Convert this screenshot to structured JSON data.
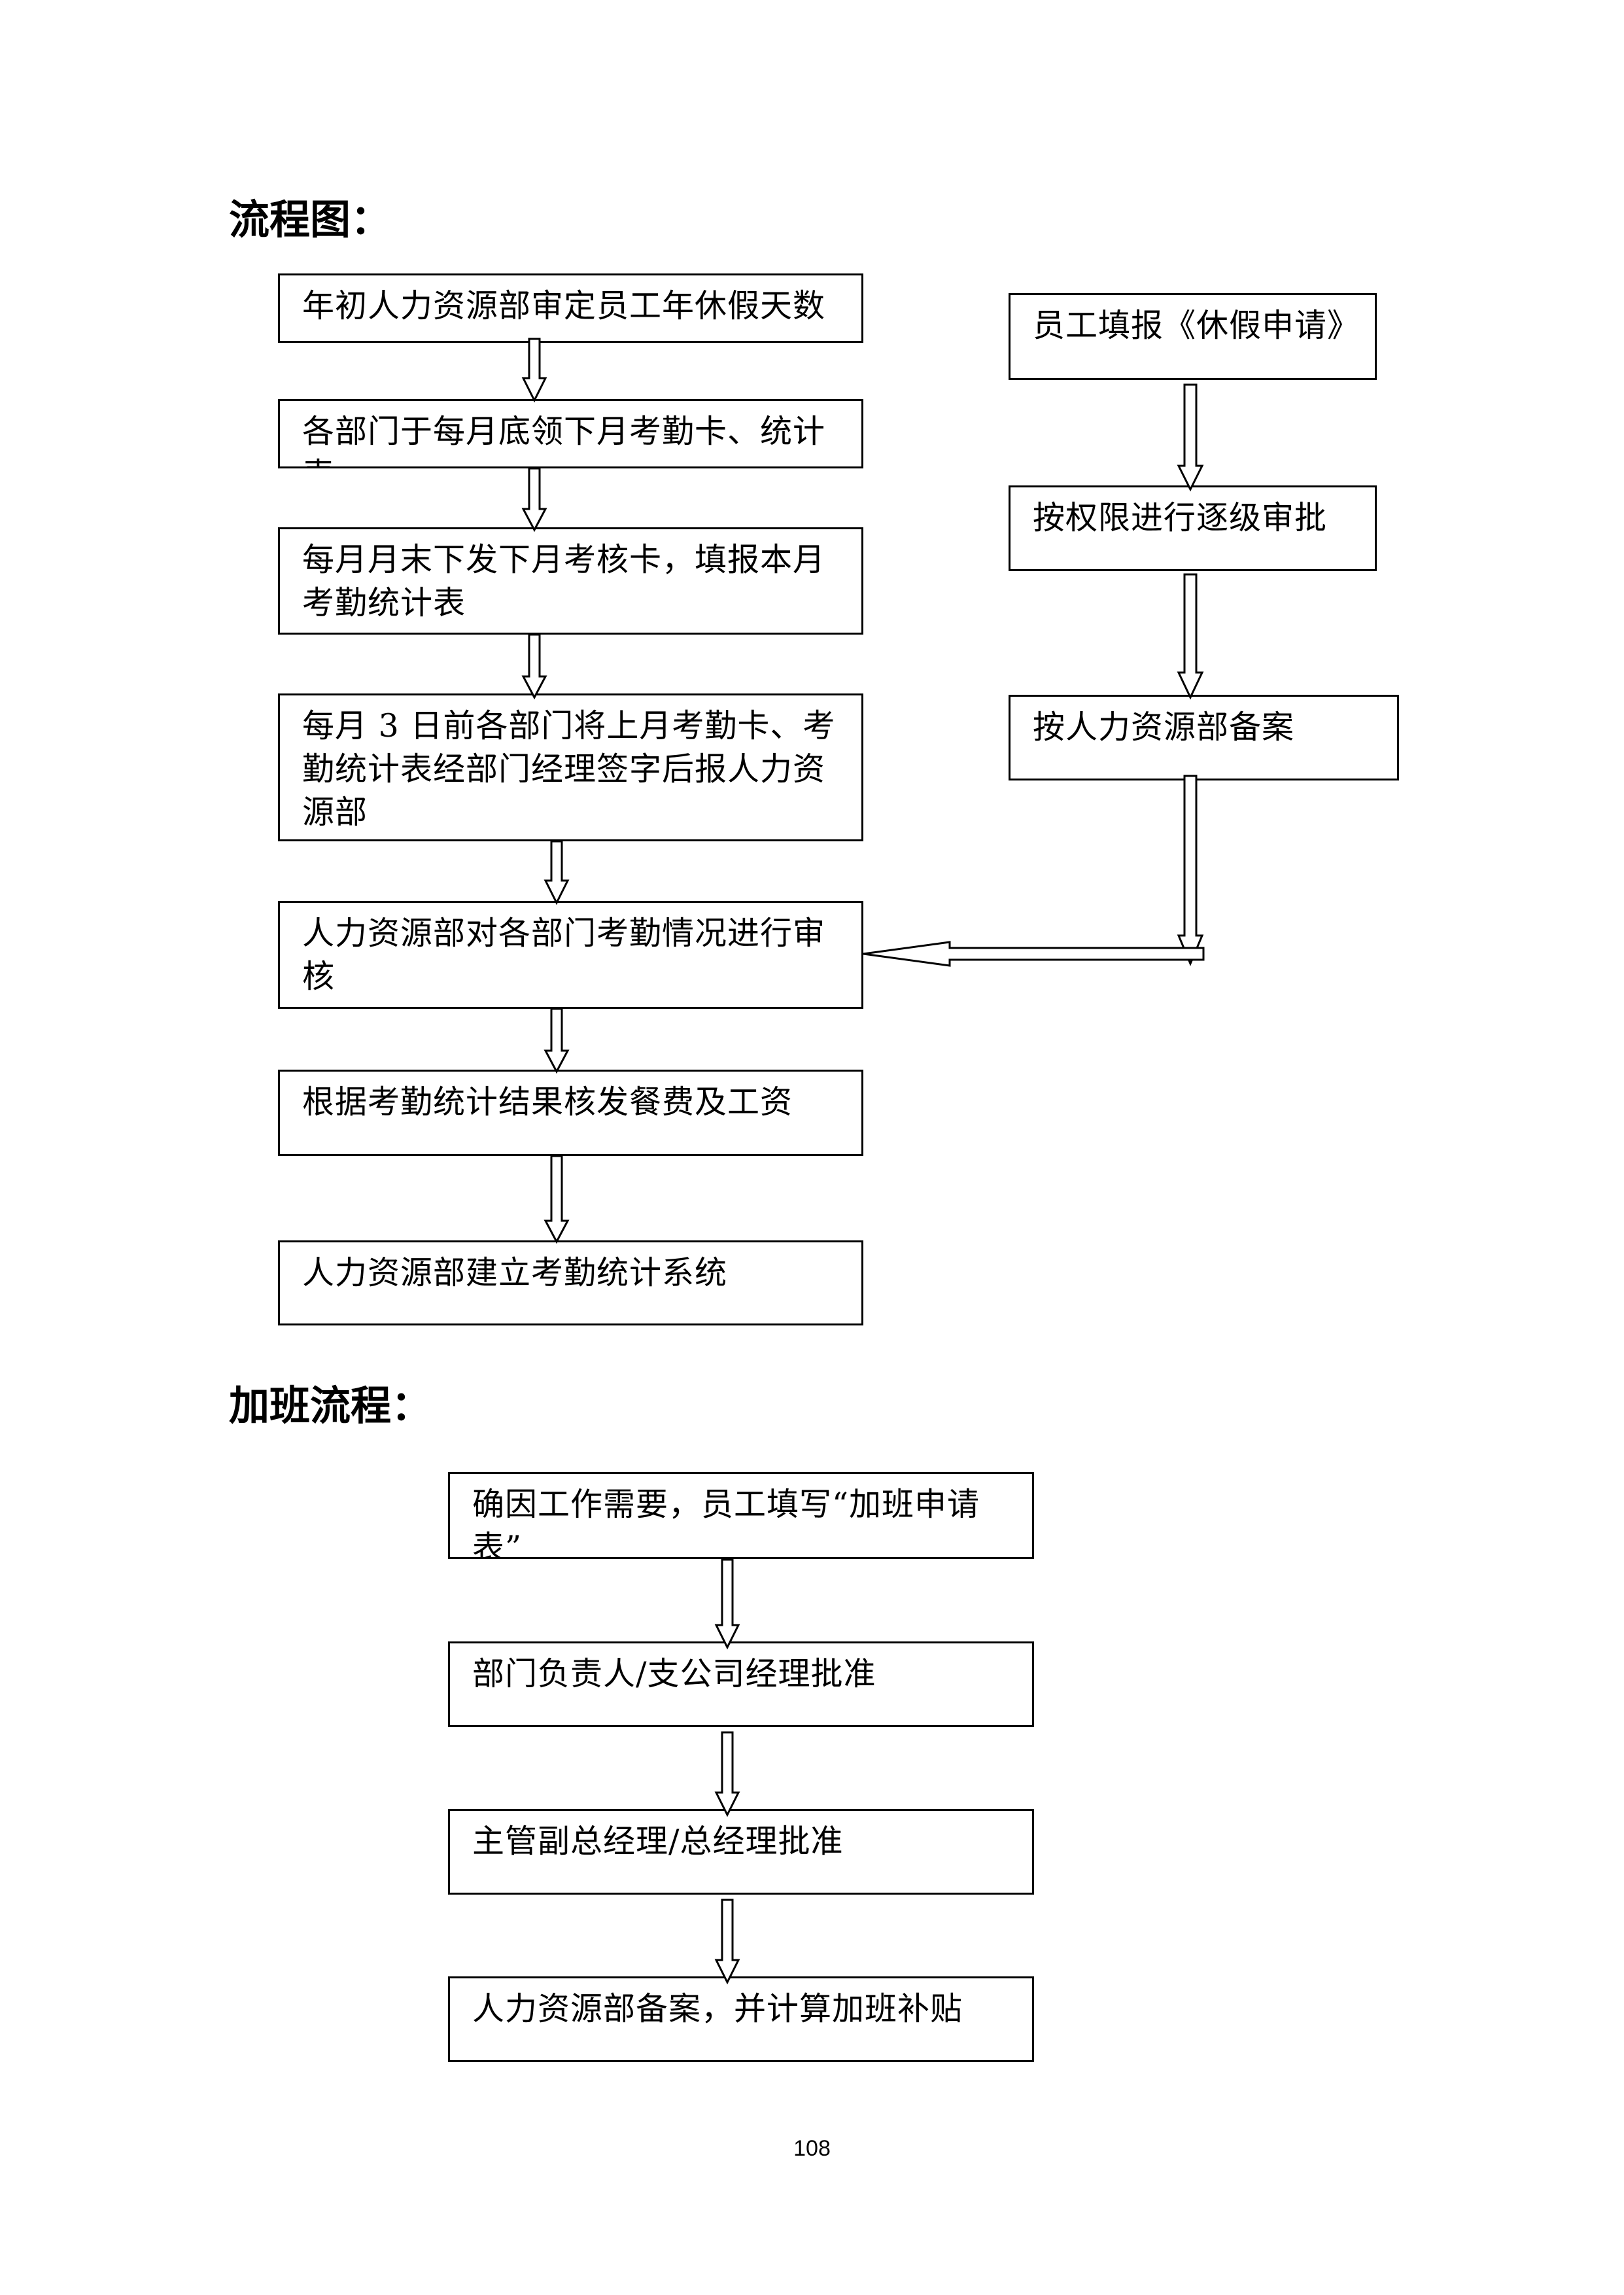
{
  "headings": {
    "flowchart": "流程图：",
    "overtime": "加班流程："
  },
  "attendance_flow": {
    "steps": [
      "年初人力资源部审定员工年休假天数",
      "各部门于每月底领下月考勤卡、统计表",
      "每月月末下发下月考核卡，填报本月考勤统计表",
      "每月 3 日前各部门将上月考勤卡、考勤统计表经部门经理签字后报人力资源部",
      "人力资源部对各部门考勤情况进行审核",
      "根据考勤统计结果核发餐费及工资",
      "人力资源部建立考勤统计系统"
    ]
  },
  "leave_flow": {
    "steps": [
      "员工填报《休假申请》",
      "按权限进行逐级审批",
      "按人力资源部备案"
    ]
  },
  "overtime_flow": {
    "steps": [
      "确因工作需要，员工填写“加班申请表”",
      "部门负责人/支公司经理批准",
      "主管副总经理/总经理批准",
      "人力资源部备案，并计算加班补贴"
    ]
  },
  "page_number": "108"
}
